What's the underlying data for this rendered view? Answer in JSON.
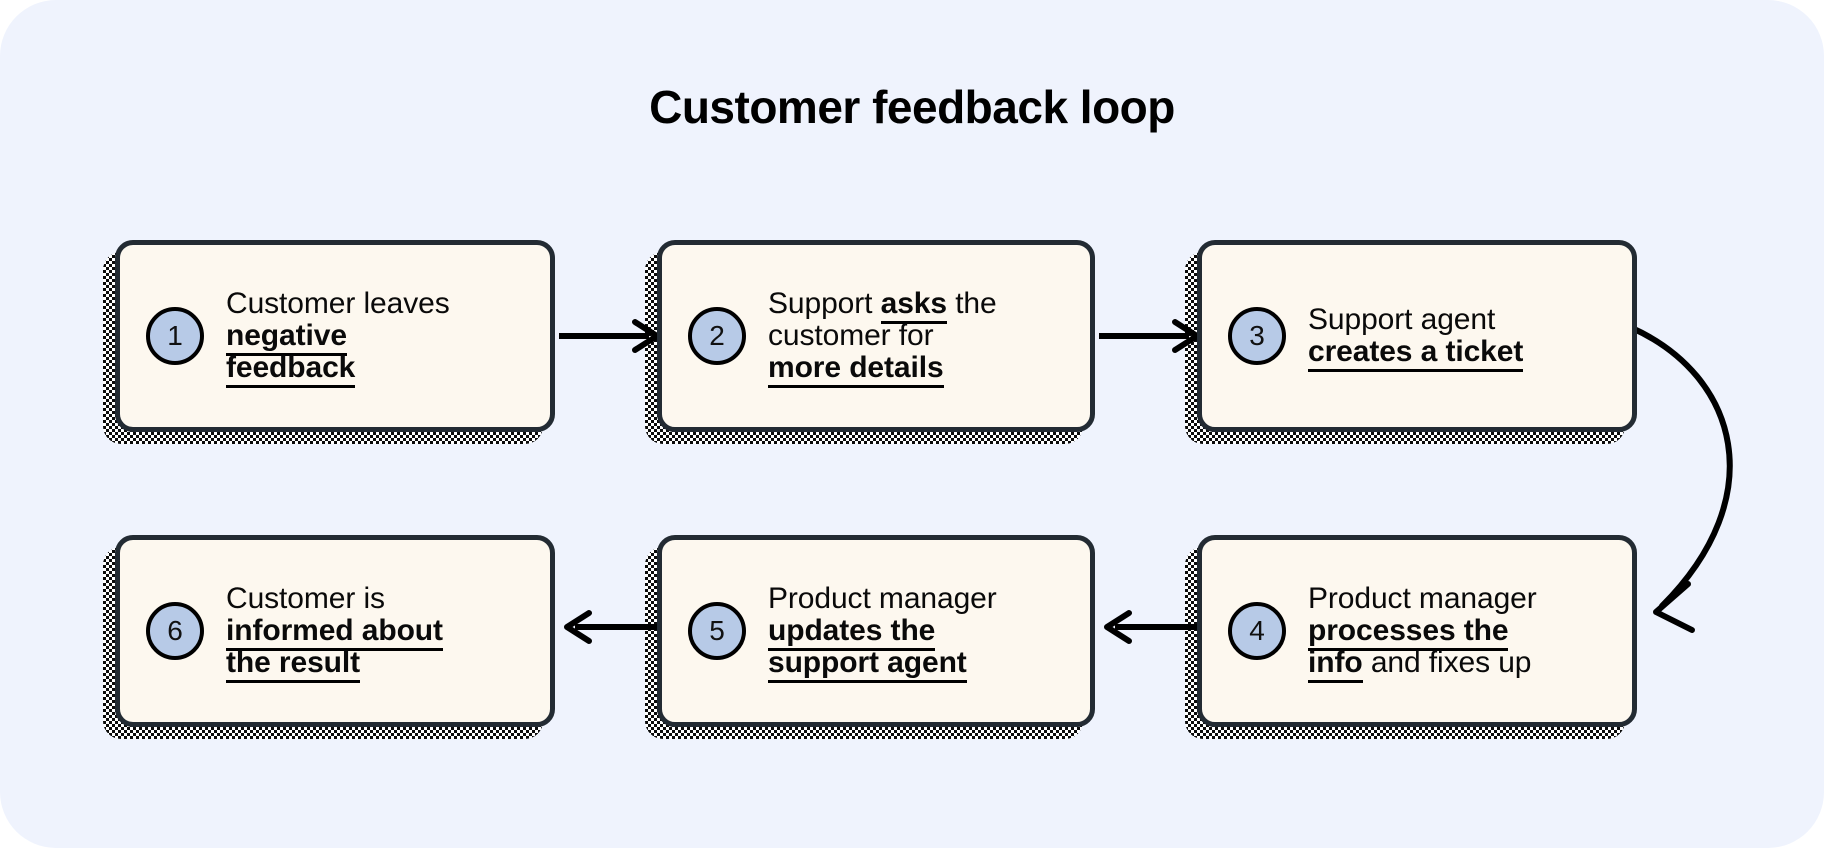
{
  "title": "Customer feedback loop",
  "colors": {
    "canvas_background": "#eff3fd",
    "box_fill": "#fdf8ef",
    "box_border": "#232b33",
    "badge_fill": "#b7cae7",
    "badge_border": "#000000",
    "text": "#0a0a0a",
    "arrow": "#000000",
    "shadow_checker_dark": "#0b0b0b",
    "shadow_checker_light": "#ffffff"
  },
  "steps": [
    {
      "number": "1",
      "line1_plain": "Customer leaves ",
      "line1_bold": "negative",
      "line2_bold": "feedback",
      "line2_plain": "",
      "full_text": "Customer leaves negative feedback"
    },
    {
      "number": "2",
      "line1_plain": "Support ",
      "line1_bold": "asks",
      "line1_tail": " the",
      "line2_plain": "customer for",
      "line3_bold": "more details",
      "full_text": "Support asks the customer for more details"
    },
    {
      "number": "3",
      "line1_plain": "Support agent",
      "line2_bold": "creates a ticket",
      "full_text": "Support agent creates a ticket"
    },
    {
      "number": "4",
      "line1_plain": "Product manager",
      "line2_bold": "processes the",
      "line3_bold": "info",
      "line3_tail": " and fixes up",
      "full_text": "Product manager processes the info and fixes up"
    },
    {
      "number": "5",
      "line1_plain": "Product manager",
      "line2_bold": "updates the",
      "line3_bold": "support agent",
      "full_text": "Product manager updates the support agent"
    },
    {
      "number": "6",
      "line1_plain": "Customer is",
      "line2_bold": "informed about",
      "line3_bold": "the result",
      "full_text": "Customer is informed about the result"
    }
  ],
  "connectors": [
    {
      "name": "arrow-1-to-2",
      "direction": "right",
      "from": "1",
      "to": "2"
    },
    {
      "name": "arrow-2-to-3",
      "direction": "right",
      "from": "2",
      "to": "3"
    },
    {
      "name": "arrow-3-to-4",
      "direction": "curve-down",
      "from": "3",
      "to": "4"
    },
    {
      "name": "arrow-4-to-5",
      "direction": "left",
      "from": "4",
      "to": "5"
    },
    {
      "name": "arrow-5-to-6",
      "direction": "left",
      "from": "5",
      "to": "6"
    }
  ]
}
